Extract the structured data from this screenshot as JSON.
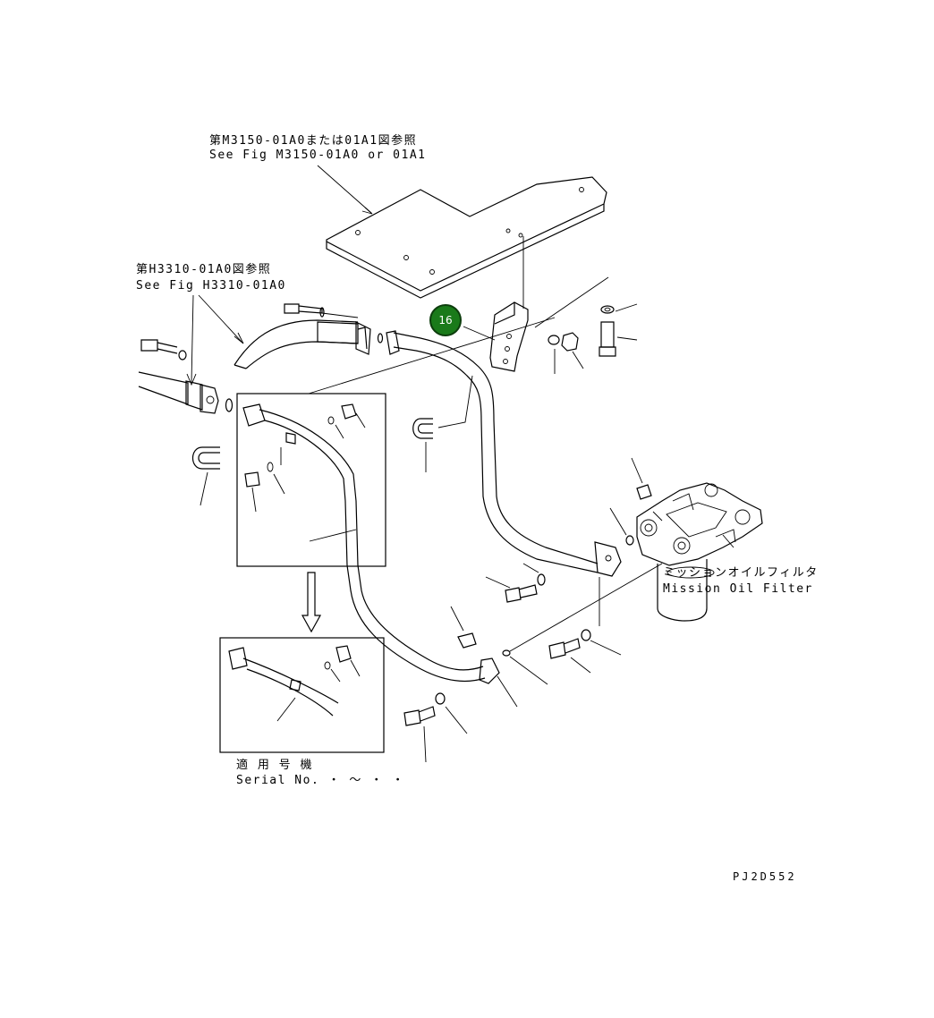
{
  "diagram": {
    "ref_plate_jp": "第M3150-01A0または01A1図参照",
    "ref_plate_en": "See Fig M3150-01A0 or 01A1",
    "ref_hose_jp": "第H3310-01A0図参照",
    "ref_hose_en": "See Fig H3310-01A0",
    "filter_jp": "ミッションオイルフィルタ",
    "filter_en": "Mission Oil Filter",
    "serial_jp": "適 用 号 機",
    "serial_en": "Serial No.  ・  ～      ・ ・",
    "figure_code": "PJ2D552",
    "callout_number": "16"
  }
}
